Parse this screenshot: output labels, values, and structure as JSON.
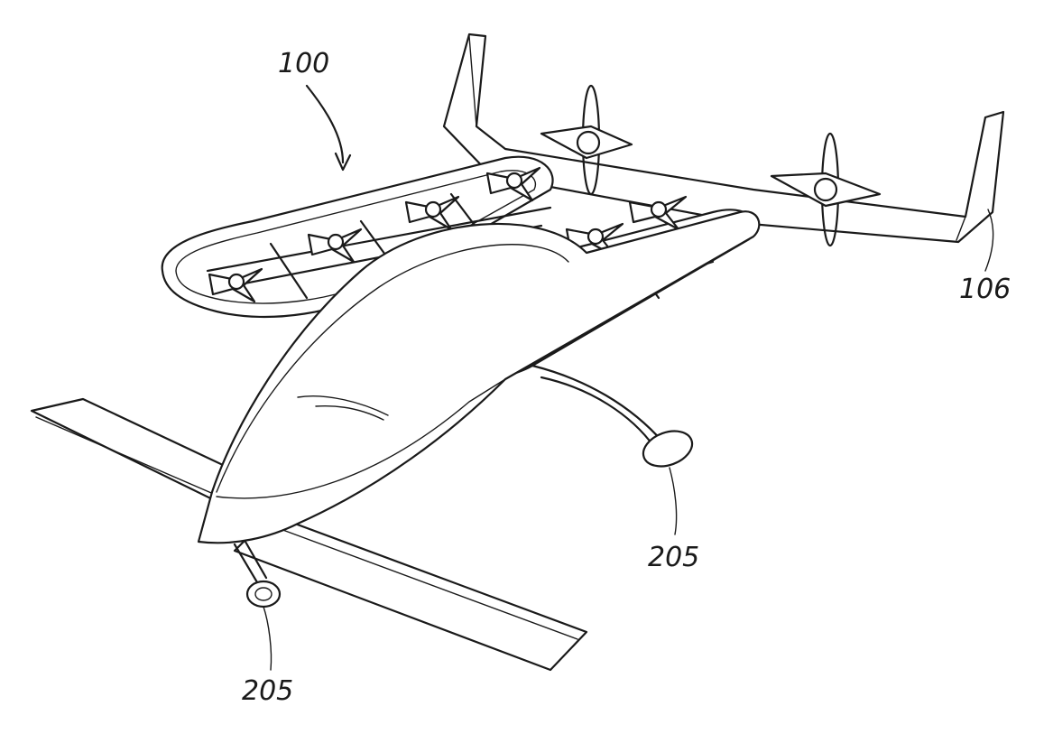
{
  "figure": {
    "labels": {
      "aircraft": "100",
      "tail_fin": "106",
      "wheel_right": "205",
      "wheel_left": "205"
    }
  }
}
